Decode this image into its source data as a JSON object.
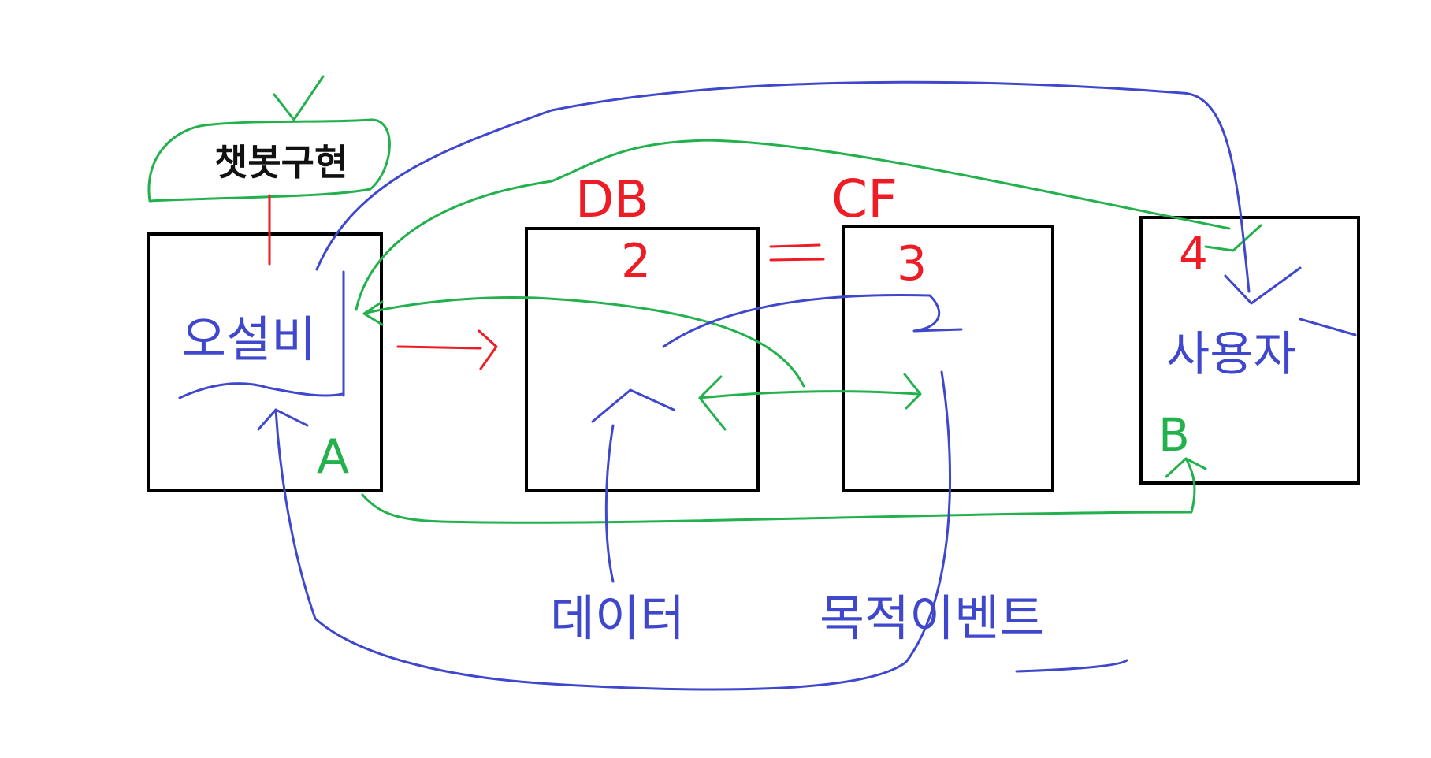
{
  "colors": {
    "background": "#ffffff",
    "box": "#000000",
    "red": "#ee1c24",
    "green": "#22b14c",
    "blue": "#3f48cc"
  },
  "title_cloud": {
    "text": "챗봇구현"
  },
  "boxes": {
    "left": {
      "main_label": "오설비",
      "corner_label": "A"
    },
    "db": {
      "top_label": "DB",
      "number": "2"
    },
    "cf": {
      "top_label": "CF",
      "number": "3"
    },
    "user": {
      "main_label": "사용자",
      "number": "4",
      "corner_label": "B"
    }
  },
  "bottom_labels": {
    "left": "데이터",
    "right": "목적이벤트"
  }
}
